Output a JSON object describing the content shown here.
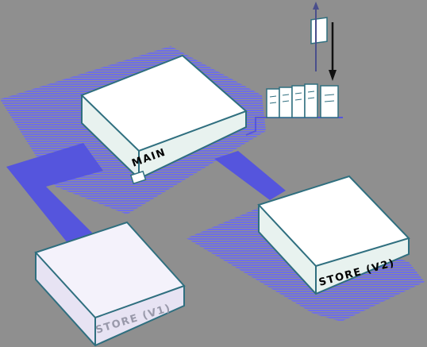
{
  "diagram": {
    "main_label": "MAIN",
    "store_v1_label": "STORE (V1)",
    "store_v2_label": "STORE (V2)"
  },
  "colors": {
    "background": "#8f8f8f",
    "shadow": "#6e6ee8",
    "connector": "#5555dd",
    "box_edge": "#2f6f7f",
    "box_face": "#ffffff",
    "box_side": "#e8f2ef",
    "store_v1_face": "#f4f2fb",
    "store_v1_label": "#9999aa",
    "arrow": "#111111",
    "arrow_up": "#4a4f8c"
  },
  "icons": {
    "rack": "server-rack-icon",
    "arrow_in": "arrow-down-icon",
    "arrow_out": "arrow-up-icon"
  }
}
